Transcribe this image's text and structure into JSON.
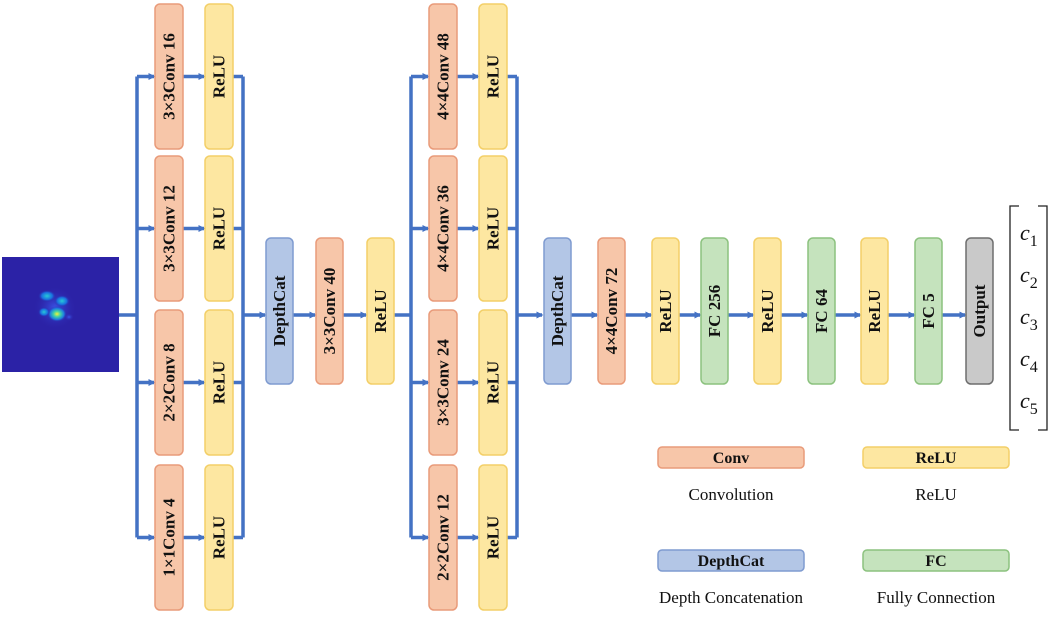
{
  "colors": {
    "conv_fill": "#f7c6a9",
    "conv_stroke": "#e99b7a",
    "relu_fill": "#fde7a1",
    "relu_stroke": "#f3cf68",
    "depthcat_fill": "#b3c6e6",
    "depthcat_stroke": "#7f9bd0",
    "fc_fill": "#c5e3bd",
    "fc_stroke": "#8cc27f",
    "output_fill": "#c9c9c9",
    "output_stroke": "#6e6e6e",
    "arrow": "#4472c4"
  },
  "input_image": {
    "kind": "speckle-heatmap",
    "background": "#2b22a6"
  },
  "branch1": {
    "conv": [
      "3×3Conv 16",
      "3×3Conv 12",
      "2×2Conv 8",
      "1×1Conv 4"
    ],
    "relu": [
      "ReLU",
      "ReLU",
      "ReLU",
      "ReLU"
    ]
  },
  "mid": {
    "depthcat": "DepthCat",
    "conv": "3×3Conv 40",
    "relu": "ReLU"
  },
  "branch2": {
    "conv": [
      "4×4Conv 48",
      "4×4Conv 36",
      "3×3Conv 24",
      "2×2Conv 12"
    ],
    "relu": [
      "ReLU",
      "ReLU",
      "ReLU",
      "ReLU"
    ]
  },
  "tail": [
    "DepthCat",
    "4×4Conv 72",
    "ReLU",
    "FC 256",
    "ReLU",
    "FC 64",
    "ReLU",
    "FC 5",
    "Output"
  ],
  "outputs": [
    {
      "symbol": "c",
      "sub": "1"
    },
    {
      "symbol": "c",
      "sub": "2"
    },
    {
      "symbol": "c",
      "sub": "3"
    },
    {
      "symbol": "c",
      "sub": "4"
    },
    {
      "symbol": "c",
      "sub": "5"
    }
  ],
  "legend": [
    {
      "type": "conv",
      "label": "Conv",
      "desc": "Convolution"
    },
    {
      "type": "relu",
      "label": "ReLU",
      "desc": "ReLU"
    },
    {
      "type": "depthcat",
      "label": "DepthCat",
      "desc": "Depth Concatenation"
    },
    {
      "type": "fc",
      "label": "FC",
      "desc": "Fully Connection"
    }
  ]
}
